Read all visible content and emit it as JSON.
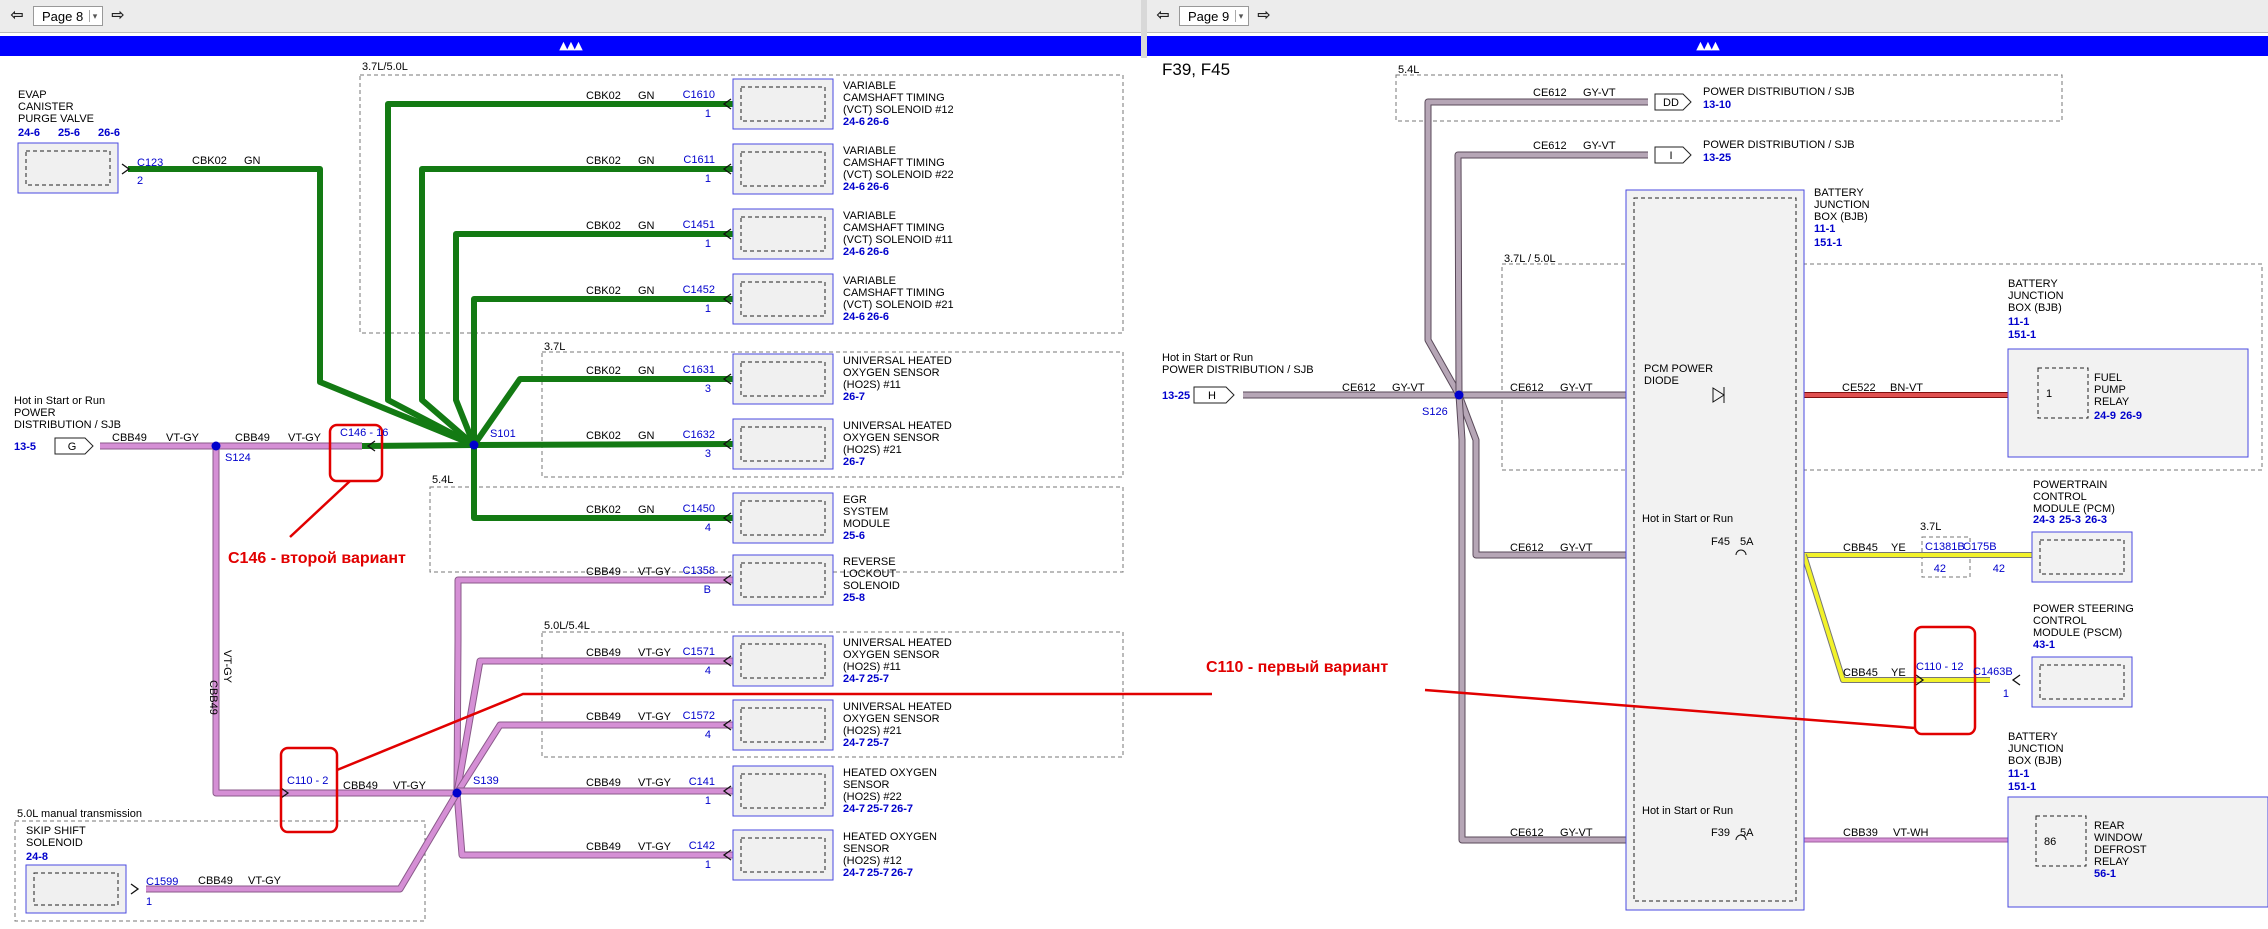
{
  "left_page": {
    "page_label": "Page 8"
  },
  "right_page": {
    "page_label": "Page 9"
  },
  "left": {
    "zone_a_label": "3.7L/5.0L",
    "zone_b_label": "3.7L",
    "zone_c_label": "5.4L",
    "zone_d_label": "5.0L/5.4L",
    "zone_e_label": "5.0L manual transmission",
    "evap": {
      "name": [
        "EVAP",
        "CANISTER",
        "PURGE VALVE"
      ],
      "refs": [
        "24-6",
        "25-6",
        "26-6"
      ],
      "connector": "C123",
      "pin": "2",
      "circuit": "CBK02",
      "color": "GN"
    },
    "hot_label": [
      "Hot in Start or Run",
      "POWER",
      "DISTRIBUTION / SJB"
    ],
    "hot_pin": "G",
    "hot_ref": "13-5",
    "s124": "S124",
    "s101": "S101",
    "s139": "S139",
    "c146": "C146 - 16",
    "c110": "C110 - 2",
    "cbb49": "CBB49",
    "vtgy": "VT-GY",
    "vertical_wire": [
      "CBB49",
      "VT-GY"
    ],
    "annot_c146": "C146 - второй вариант",
    "skip": {
      "name": [
        "SKIP SHIFT",
        "SOLENOID"
      ],
      "ref": "24-8",
      "connector": "C1599",
      "pin": "1",
      "circuit": "CBB49",
      "color": "VT-GY"
    },
    "components": [
      {
        "circuit": "CBK02",
        "color": "GN",
        "connector": "C1610",
        "pin": "1",
        "name": [
          "VARIABLE",
          "CAMSHAFT TIMING",
          "(VCT) SOLENOID #12"
        ],
        "refs": [
          "24-6",
          "26-6"
        ]
      },
      {
        "circuit": "CBK02",
        "color": "GN",
        "connector": "C1611",
        "pin": "1",
        "name": [
          "VARIABLE",
          "CAMSHAFT TIMING",
          "(VCT) SOLENOID #22"
        ],
        "refs": [
          "24-6",
          "26-6"
        ]
      },
      {
        "circuit": "CBK02",
        "color": "GN",
        "connector": "C1451",
        "pin": "1",
        "name": [
          "VARIABLE",
          "CAMSHAFT TIMING",
          "(VCT) SOLENOID #11"
        ],
        "refs": [
          "24-6",
          "26-6"
        ]
      },
      {
        "circuit": "CBK02",
        "color": "GN",
        "connector": "C1452",
        "pin": "1",
        "name": [
          "VARIABLE",
          "CAMSHAFT TIMING",
          "(VCT) SOLENOID #21"
        ],
        "refs": [
          "24-6",
          "26-6"
        ]
      },
      {
        "circuit": "CBK02",
        "color": "GN",
        "connector": "C1631",
        "pin": "3",
        "name": [
          "UNIVERSAL HEATED",
          "OXYGEN SENSOR",
          "(HO2S) #11"
        ],
        "refs": [
          "26-7"
        ]
      },
      {
        "circuit": "CBK02",
        "color": "GN",
        "connector": "C1632",
        "pin": "3",
        "name": [
          "UNIVERSAL HEATED",
          "OXYGEN SENSOR",
          "(HO2S) #21"
        ],
        "refs": [
          "26-7"
        ]
      },
      {
        "circuit": "CBK02",
        "color": "GN",
        "connector": "C1450",
        "pin": "4",
        "name": [
          "EGR",
          "SYSTEM",
          "MODULE"
        ],
        "refs": [
          "25-6"
        ]
      },
      {
        "circuit": "CBB49",
        "color": "VT-GY",
        "connector": "C1358",
        "pin": "B",
        "name": [
          "REVERSE",
          "LOCKOUT",
          "SOLENOID"
        ],
        "refs": [
          "25-8"
        ]
      },
      {
        "circuit": "CBB49",
        "color": "VT-GY",
        "connector": "C1571",
        "pin": "4",
        "name": [
          "UNIVERSAL HEATED",
          "OXYGEN SENSOR",
          "(HO2S) #11"
        ],
        "refs": [
          "24-7",
          "25-7"
        ]
      },
      {
        "circuit": "CBB49",
        "color": "VT-GY",
        "connector": "C1572",
        "pin": "4",
        "name": [
          "UNIVERSAL HEATED",
          "OXYGEN SENSOR",
          "(HO2S) #21"
        ],
        "refs": [
          "24-7",
          "25-7"
        ]
      },
      {
        "circuit": "CBB49",
        "color": "VT-GY",
        "connector": "C141",
        "pin": "1",
        "name": [
          "HEATED OXYGEN",
          "SENSOR",
          "(HO2S) #22"
        ],
        "refs": [
          "24-7",
          "25-7",
          "26-7"
        ]
      },
      {
        "circuit": "CBB49",
        "color": "VT-GY",
        "connector": "C142",
        "pin": "1",
        "name": [
          "HEATED OXYGEN",
          "SENSOR",
          "(HO2S) #12"
        ],
        "refs": [
          "24-7",
          "25-7",
          "26-7"
        ]
      }
    ]
  },
  "right": {
    "title": "F39, F45",
    "zone_54": "5.4L",
    "zone_375": "3.7L / 5.0L",
    "zone_37": "3.7L",
    "dd": {
      "pin": "DD",
      "label": "POWER DISTRIBUTION / SJB",
      "ref": "13-10",
      "circuit": "CE612",
      "color": "GY-VT"
    },
    "i": {
      "pin": "I",
      "label": "POWER DISTRIBUTION / SJB",
      "ref": "13-25",
      "circuit": "CE612",
      "color": "GY-VT"
    },
    "bjb_top": {
      "name": [
        "BATTERY",
        "JUNCTION",
        "BOX (BJB)"
      ],
      "refs": [
        "11-1",
        "151-1"
      ]
    },
    "hot": {
      "label": [
        "Hot in Start or Run",
        "POWER DISTRIBUTION / SJB"
      ],
      "pin": "H",
      "ref": "13-25",
      "circuit": "CE612",
      "color": "GY-VT"
    },
    "s126": "S126",
    "pcm_diode": [
      "PCM POWER",
      "DIODE"
    ],
    "ce612": "CE612",
    "gyvt": "GY-VT",
    "ce522": {
      "circuit": "CE522",
      "color": "BN-VT"
    },
    "fuel": {
      "name": [
        "FUEL",
        "PUMP",
        "RELAY"
      ],
      "refs": [
        "24-9",
        "26-9"
      ],
      "pin": "1",
      "bjb": [
        "BATTERY",
        "JUNCTION",
        "BOX (BJB)"
      ],
      "bjb_refs": [
        "11-1",
        "151-1"
      ]
    },
    "hot2": "Hot in Start or Run",
    "f45": "F45",
    "f45_rating": "5A",
    "cbb45": "CBB45",
    "ye": "YE",
    "c1381b": "C1381B",
    "c1381b_pin": "42",
    "c175b": "C175B",
    "c175b_pin": "42",
    "pcm": {
      "name": [
        "POWERTRAIN",
        "CONTROL",
        "MODULE (PCM)"
      ],
      "refs": [
        "24-3",
        "25-3",
        "26-3"
      ]
    },
    "pscm": {
      "name": [
        "POWER STEERING",
        "CONTROL",
        "MODULE (PSCM)"
      ],
      "ref": "43-1",
      "connector": "C1463B",
      "pin": "1"
    },
    "c110": "C110 - 12",
    "annot_c110": "C110 - первый вариант",
    "hot3": "Hot in Start or Run",
    "f39": "F39",
    "f39_rating": "5A",
    "cbb39": {
      "circuit": "CBB39",
      "color": "VT-WH"
    },
    "bjb_bottom": {
      "name": [
        "BATTERY",
        "JUNCTION",
        "BOX (BJB)"
      ],
      "refs": [
        "11-1",
        "151-1"
      ]
    },
    "rear": {
      "name": [
        "REAR",
        "WINDOW",
        "DEFROST",
        "RELAY"
      ],
      "ref": "56-1",
      "pin": "86"
    }
  }
}
